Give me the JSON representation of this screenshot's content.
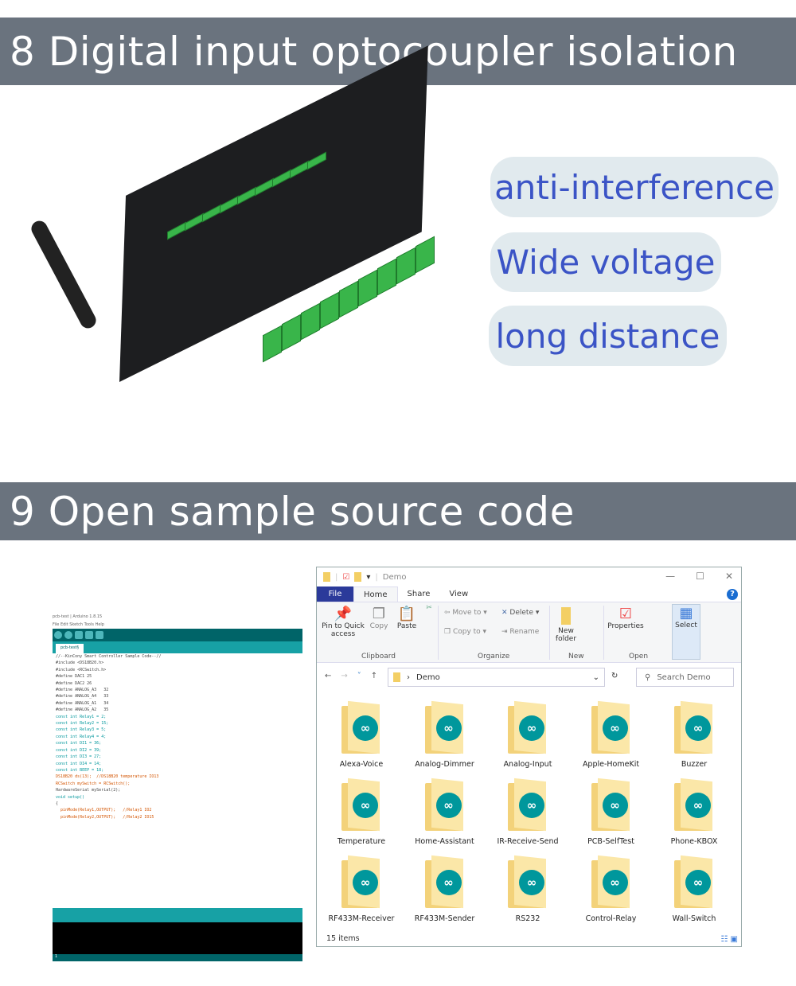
{
  "section8": {
    "title": "8 Digital input optocoupler isolation",
    "features": [
      "anti-interference",
      "Wide voltage",
      "long distance"
    ]
  },
  "section9": {
    "title": "9 Open sample source code"
  },
  "arduino": {
    "title": "pcb-test | Arduino 1.8.15",
    "menu": "File  Edit  Sketch  Tools  Help",
    "tab": "pcb-test§",
    "status": "1",
    "code": [
      "//--KinCony Smart Controller Sample Code--//",
      "",
      "#include <DS18B20.h>",
      "#include <RCSwitch.h>",
      "",
      "",
      "#define DAC1 25",
      "#define DAC2 26",
      "",
      "#define ANALOG_A3   32",
      "#define ANALOG_A4   33",
      "",
      "#define ANALOG_A1   34",
      "#define ANALOG_A2   35",
      "",
      "const int Relay1 = 2;",
      "const int Relay2 = 15;",
      "const int Relay3 = 5;",
      "const int Relay4 = 4;",
      "",
      "const int DI1 = 36;",
      "const int DI2 = 39;",
      "const int DI3 = 27;",
      "const int DI4 = 14;",
      "",
      "const int BEEP = 18;",
      "",
      "DS18B20 ds(13);  //DS18B20 temperature IO13",
      "",
      "RCSwitch mySwitch = RCSwitch();",
      "",
      "HardwareSerial mySerial(2);",
      "",
      "void setup()",
      "{",
      "  pinMode(Relay1,OUTPUT);   //Relay1 IO2",
      "  pinMode(Relay2,OUTPUT);   //Relay2 IO15"
    ]
  },
  "explorer": {
    "title": "Demo",
    "tabs": [
      "File",
      "Home",
      "Share",
      "View"
    ],
    "ribbon": {
      "pin": "Pin to Quick access",
      "copy": "Copy",
      "paste": "Paste",
      "move_to": "Move to",
      "copy_to": "Copy to",
      "delete": "Delete",
      "rename": "Rename",
      "new_folder": "New folder",
      "properties": "Properties",
      "select": "Select",
      "groups": [
        "Clipboard",
        "Organize",
        "New",
        "Open"
      ]
    },
    "address": "Demo",
    "search_placeholder": "Search Demo",
    "items": [
      "Alexa-Voice",
      "Analog-Dimmer",
      "Analog-Input",
      "Apple-HomeKit",
      "Buzzer",
      "Temperature",
      "Home-Assistant",
      "IR-Receive-Send",
      "PCB-SelfTest",
      "Phone-KBOX",
      "RF433M-Receiver",
      "RF433M-Sender",
      "RS232",
      "Control-Relay",
      "Wall-Switch"
    ],
    "status": "15 items"
  }
}
